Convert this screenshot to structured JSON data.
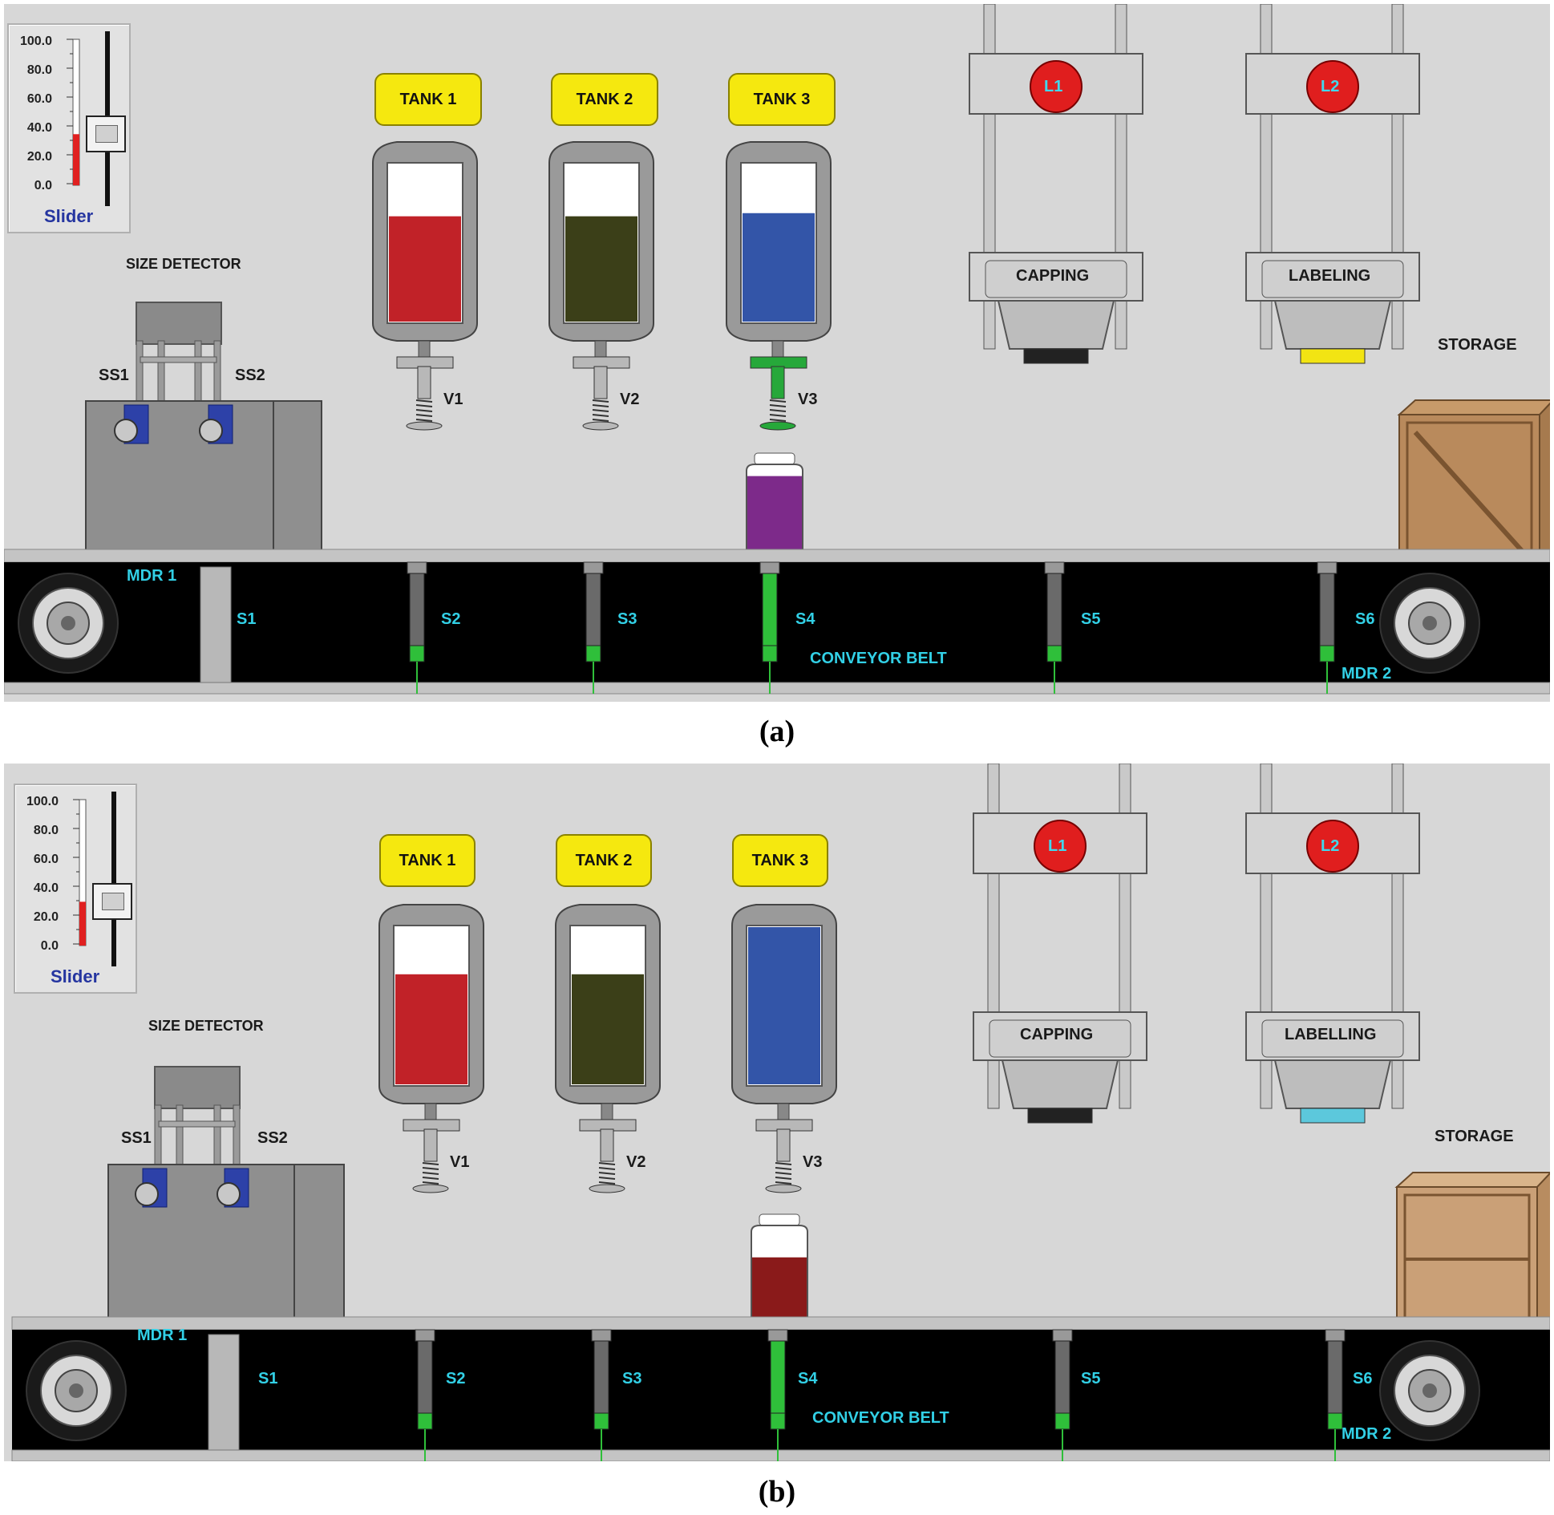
{
  "panels": [
    {
      "id": "a",
      "caption": "(a)",
      "slider": {
        "scale": [
          "100.0",
          "80.0",
          "60.0",
          "40.0",
          "20.0",
          "0.0"
        ],
        "label": "Slider",
        "value": 35
      },
      "size_detector_label": "SIZE DETECTOR",
      "size_sensors": [
        "SS1",
        "SS2"
      ],
      "tanks": [
        {
          "label": "TANK 1",
          "valve": "V1",
          "fill_color": "#c12228",
          "level": 0.67,
          "valve_active": false
        },
        {
          "label": "TANK 2",
          "valve": "V2",
          "fill_color": "#3b3f18",
          "level": 0.67,
          "valve_active": false
        },
        {
          "label": "TANK 3",
          "valve": "V3",
          "fill_color": "#3355a8",
          "level": 0.69,
          "valve_active": true
        }
      ],
      "machines": [
        {
          "light": "L1",
          "label": "CAPPING",
          "indicator_color": "#222222"
        },
        {
          "light": "L2",
          "label": "LABELING",
          "indicator_color": "#f2e413"
        }
      ],
      "storage_label": "STORAGE",
      "bottle": {
        "color": "#7d2a8a",
        "fill_level": 0.9
      },
      "belt": {
        "label": "CONVEYOR BELT",
        "motors": [
          "MDR 1",
          "MDR 2"
        ],
        "sensors": [
          {
            "label": "S1",
            "active": false
          },
          {
            "label": "S2",
            "active": false
          },
          {
            "label": "S3",
            "active": false
          },
          {
            "label": "S4",
            "active": true
          },
          {
            "label": "S5",
            "active": false
          },
          {
            "label": "S6",
            "active": false
          }
        ]
      }
    },
    {
      "id": "b",
      "caption": "(b)",
      "slider": {
        "scale": [
          "100.0",
          "80.0",
          "60.0",
          "40.0",
          "20.0",
          "0.0"
        ],
        "label": "Slider",
        "value": 30
      },
      "size_detector_label": "SIZE DETECTOR",
      "size_sensors": [
        "SS1",
        "SS2"
      ],
      "tanks": [
        {
          "label": "TANK 1",
          "valve": "V1",
          "fill_color": "#c12228",
          "level": 0.7,
          "valve_active": false
        },
        {
          "label": "TANK 2",
          "valve": "V2",
          "fill_color": "#3b3f18",
          "level": 0.7,
          "valve_active": false
        },
        {
          "label": "TANK 3",
          "valve": "V3",
          "fill_color": "#3355a8",
          "level": 1.0,
          "valve_active": false
        }
      ],
      "machines": [
        {
          "light": "L1",
          "label": "CAPPING",
          "indicator_color": "#222222"
        },
        {
          "light": "L2",
          "label": "LABELLING",
          "indicator_color": "#5cc8dc"
        }
      ],
      "storage_label": "STORAGE",
      "bottle": {
        "color": "#8a1a1a",
        "fill_level": 0.68
      },
      "belt": {
        "label": "CONVEYOR BELT",
        "motors": [
          "MDR 1",
          "MDR 2"
        ],
        "sensors": [
          {
            "label": "S1",
            "active": false
          },
          {
            "label": "S2",
            "active": false
          },
          {
            "label": "S3",
            "active": false
          },
          {
            "label": "S4",
            "active": true
          },
          {
            "label": "S5",
            "active": false
          },
          {
            "label": "S6",
            "active": false
          }
        ]
      }
    }
  ]
}
